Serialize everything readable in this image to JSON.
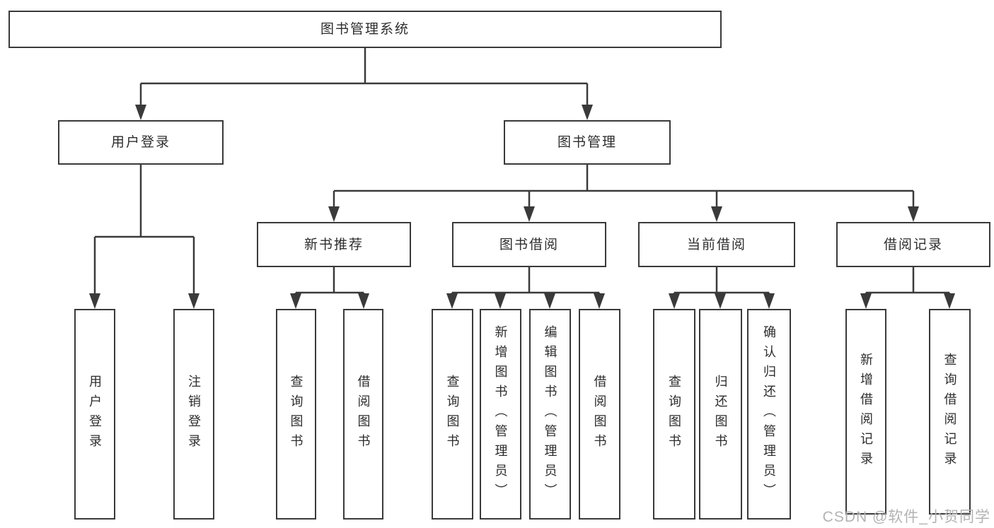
{
  "colors": {
    "line": "#3a3a3a",
    "text": "#2d2d2d",
    "box_background": "#ffffff",
    "watermark": "#b3b3b3"
  },
  "diagram": {
    "title": "图书管理系统",
    "branches": [
      {
        "label": "用户登录",
        "children": [
          "用户登录",
          "注销登录"
        ]
      },
      {
        "label": "图书管理",
        "groups": [
          {
            "label": "新书推荐",
            "children": [
              "查询图书",
              "借阅图书"
            ]
          },
          {
            "label": "图书借阅",
            "children": [
              "查询图书",
              "新增图书（管理员）",
              "编辑图书（管理员）",
              "借阅图书"
            ]
          },
          {
            "label": "当前借阅",
            "children": [
              "查询图书",
              "归还图书",
              "确认归还（管理员）"
            ]
          },
          {
            "label": "借阅记录",
            "children": [
              "新增借阅记录",
              "查询借阅记录"
            ]
          }
        ]
      }
    ]
  },
  "watermark": {
    "text": "CSDN @软件_小贺同学"
  }
}
